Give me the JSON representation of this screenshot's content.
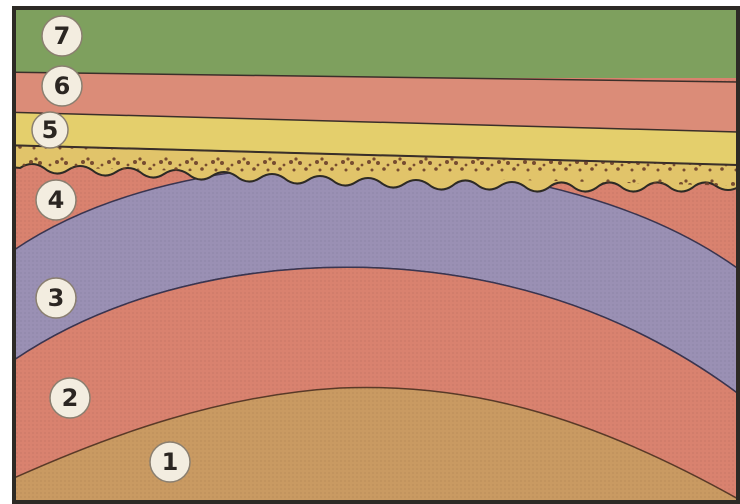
{
  "diagram": {
    "layers": [
      {
        "id": "1",
        "label": "1",
        "color": "#c99a62"
      },
      {
        "id": "2",
        "label": "2",
        "color": "#d9826f"
      },
      {
        "id": "3",
        "label": "3",
        "color": "#9a90b4"
      },
      {
        "id": "4",
        "label": "4",
        "color": "#d9826f"
      },
      {
        "id": "5",
        "label": "5",
        "color": "#e4cf6c"
      },
      {
        "id": "6",
        "label": "6",
        "color": "#db8c78"
      },
      {
        "id": "7",
        "label": "7",
        "color": "#7ea05e"
      }
    ],
    "unconformity_color": "#e1c46a",
    "frame_color": "#2d2a25",
    "label_fill": "#f3ede0"
  }
}
